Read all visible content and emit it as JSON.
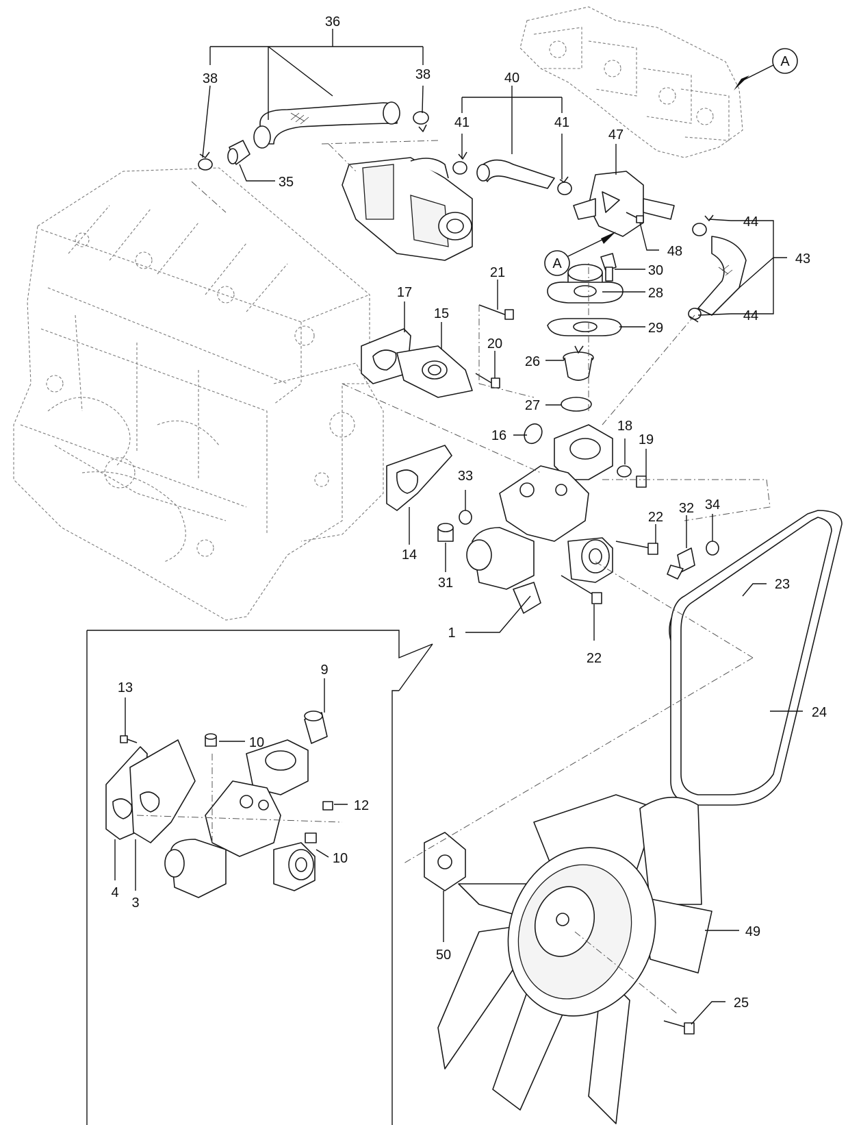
{
  "callouts": {
    "c1": "1",
    "c3": "3",
    "c4": "4",
    "c9": "9",
    "c10a": "10",
    "c10b": "10",
    "c12": "12",
    "c13": "13",
    "c14": "14",
    "c15": "15",
    "c16": "16",
    "c17": "17",
    "c18": "18",
    "c19": "19",
    "c20": "20",
    "c21": "21",
    "c22a": "22",
    "c22b": "22",
    "c23": "23",
    "c24": "24",
    "c25": "25",
    "c26": "26",
    "c27": "27",
    "c28": "28",
    "c29": "29",
    "c30": "30",
    "c31": "31",
    "c32": "32",
    "c33": "33",
    "c34": "34",
    "c35": "35",
    "c36": "36",
    "c38a": "38",
    "c38b": "38",
    "c40": "40",
    "c41a": "41",
    "c41b": "41",
    "c43": "43",
    "c44a": "44",
    "c44b": "44",
    "c47": "47",
    "c48": "48",
    "c49": "49",
    "c50": "50"
  },
  "reference_markers": {
    "top": "A",
    "middle": "A"
  }
}
